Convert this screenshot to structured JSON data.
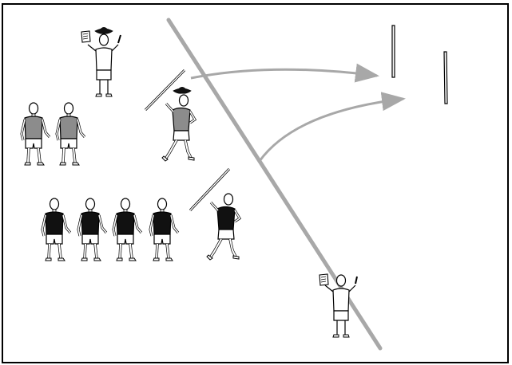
{
  "diagram": {
    "kind": "javelin-throw-drill",
    "colors": {
      "frame": "#000000",
      "throw_line": "#a8a8a8",
      "trajectory": "#a8a8a8",
      "shirt_grey": "#8c8c8c",
      "shirt_black": "#111111",
      "skin": "#ffffff",
      "outline": "#000000"
    },
    "figures": [
      {
        "role": "coach-with-clipboard",
        "hat": true,
        "shirt": "white"
      },
      {
        "role": "thrower-in-action",
        "hat": true,
        "shirt": "grey"
      },
      {
        "role": "waiting-athlete",
        "shirt": "grey"
      },
      {
        "role": "waiting-athlete",
        "shirt": "grey"
      },
      {
        "role": "waiting-athlete",
        "shirt": "black"
      },
      {
        "role": "waiting-athlete",
        "shirt": "black"
      },
      {
        "role": "waiting-athlete",
        "shirt": "black"
      },
      {
        "role": "waiting-athlete",
        "shirt": "black"
      },
      {
        "role": "thrower-ready",
        "shirt": "black"
      },
      {
        "role": "judge-with-clipboard",
        "shirt": "white"
      }
    ],
    "targets": [
      "pole",
      "pole"
    ],
    "icons": [
      "javelin-icon",
      "clipboard-icon",
      "hat-icon",
      "arrow-icon"
    ]
  }
}
